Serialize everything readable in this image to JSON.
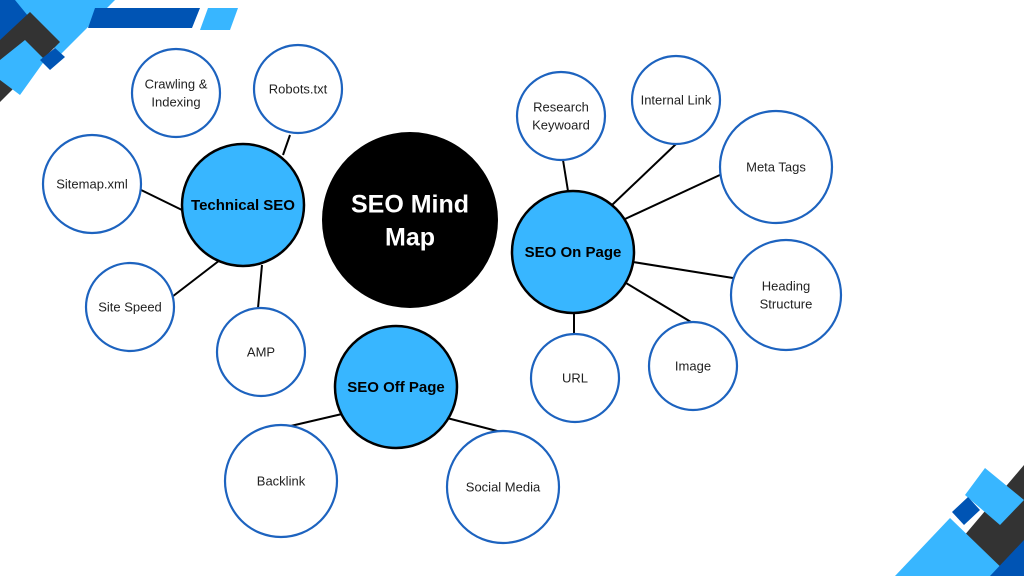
{
  "title": "SEO Mind Map",
  "colors": {
    "accent_light": "#38b6ff",
    "accent_dark": "#0054b4",
    "node_border": "#1d63bf",
    "center_fill": "#000000",
    "text": "#222222",
    "decor_dark": "#333333"
  },
  "center": {
    "label_lines": [
      "SEO Mind",
      "Map"
    ]
  },
  "branches": [
    {
      "id": "technical",
      "label": "Technical SEO",
      "children": [
        {
          "label_lines": [
            "Crawling &",
            "Indexing"
          ]
        },
        {
          "label_lines": [
            "Robots.txt"
          ]
        },
        {
          "label_lines": [
            "Sitemap.xml"
          ]
        },
        {
          "label_lines": [
            "Site Speed"
          ]
        },
        {
          "label_lines": [
            "AMP"
          ]
        }
      ]
    },
    {
      "id": "on-page",
      "label": "SEO On Page",
      "children": [
        {
          "label_lines": [
            "Research",
            "Keywoard"
          ]
        },
        {
          "label_lines": [
            "Internal Link"
          ]
        },
        {
          "label_lines": [
            "Meta Tags"
          ]
        },
        {
          "label_lines": [
            "Heading",
            "Structure"
          ]
        },
        {
          "label_lines": [
            "Image"
          ]
        },
        {
          "label_lines": [
            "URL"
          ]
        }
      ]
    },
    {
      "id": "off-page",
      "label": "SEO Off Page",
      "children": [
        {
          "label_lines": [
            "Backlink"
          ]
        },
        {
          "label_lines": [
            "Social Media"
          ]
        }
      ]
    }
  ]
}
